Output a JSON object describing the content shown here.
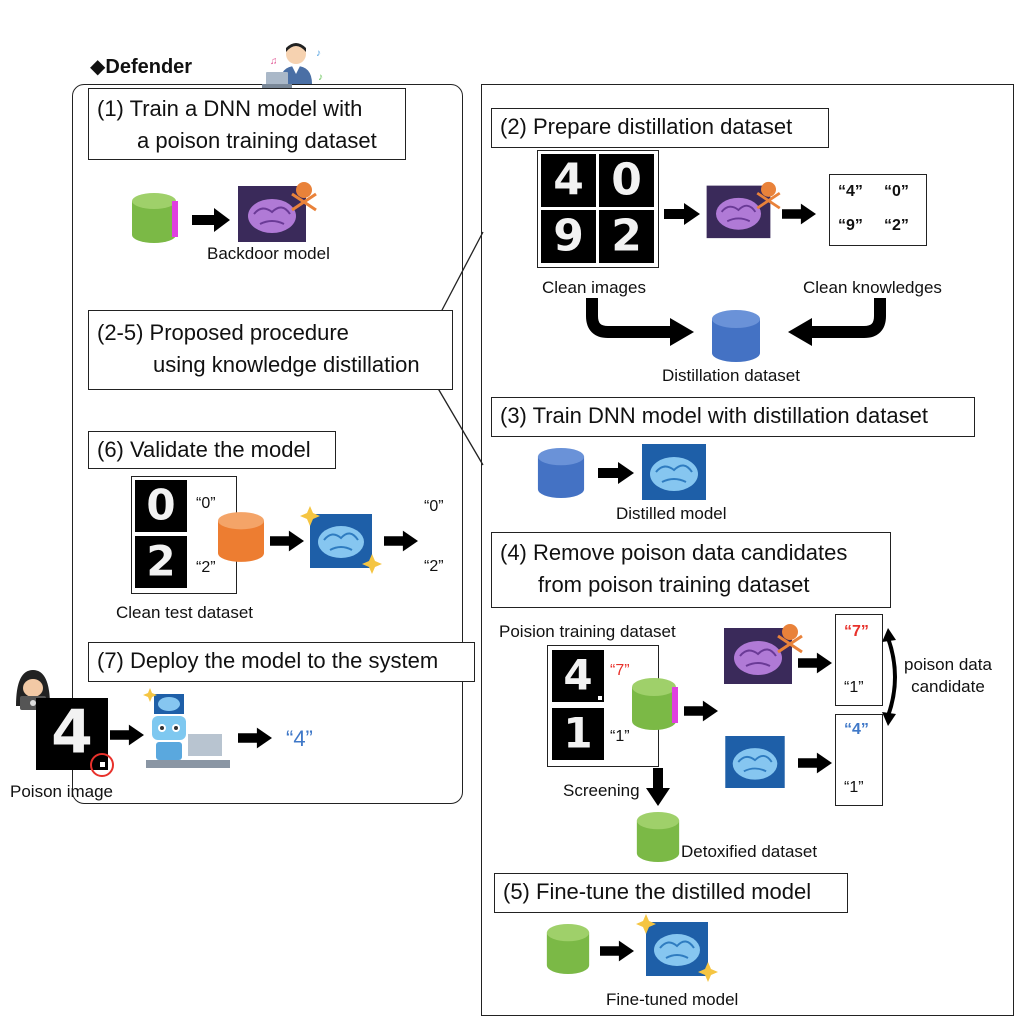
{
  "header": {
    "title": "◆Defender"
  },
  "steps": {
    "s1": [
      "(1) Train a DNN model with",
      "a poison training dataset"
    ],
    "s2": "(2) Prepare distillation dataset",
    "s25": [
      "(2-5) Proposed procedure",
      "using knowledge distillation"
    ],
    "s3": "(3) Train DNN model with distillation dataset",
    "s4": [
      "(4) Remove poison data candidates",
      "from poison training dataset"
    ],
    "s5": "(5) Fine-tune the distilled model",
    "s6": "(6) Validate the model",
    "s7": "(7) Deploy the model to the system"
  },
  "labels": {
    "backdoor_model": "Backdoor model",
    "clean_images": "Clean images",
    "clean_knowledges": "Clean knowledges",
    "distillation_dataset": "Distillation dataset",
    "distilled_model": "Distilled model",
    "clean_test_dataset": "Clean test dataset",
    "poison_image": "Poison image",
    "poison_training_dataset": "Poision training dataset",
    "screening": "Screening",
    "detoxified_dataset": "Detoxified dataset",
    "fine_tuned_model": "Fine-tuned model",
    "poison_candidate": [
      "poison data",
      "candidate"
    ]
  },
  "digits": {
    "clean_grid": [
      "4",
      "0",
      "9",
      "2"
    ],
    "test": [
      "0",
      "2"
    ],
    "poison_train": [
      "4",
      "1"
    ],
    "poison_input": "4"
  },
  "quotes": {
    "knowledge": [
      "“4”",
      "“0”",
      "“9”",
      "“2”"
    ],
    "test_in": [
      "“0”",
      "“2”"
    ],
    "test_out": [
      "“0”",
      "“2”"
    ],
    "train_labels": [
      "“7”",
      "“1”"
    ],
    "backdoor_out": [
      "“7”",
      "“1”"
    ],
    "distilled_out": [
      "“4”",
      "“1”"
    ],
    "deploy_out": "“4”"
  },
  "colors": {
    "poison_red": "#e8312b",
    "distilled_blue": "#3f78c8",
    "green_db": "#7bb946",
    "blue_db": "#4472c4",
    "orange_db": "#ed7d31",
    "magenta_stripe": "#e040e0"
  }
}
